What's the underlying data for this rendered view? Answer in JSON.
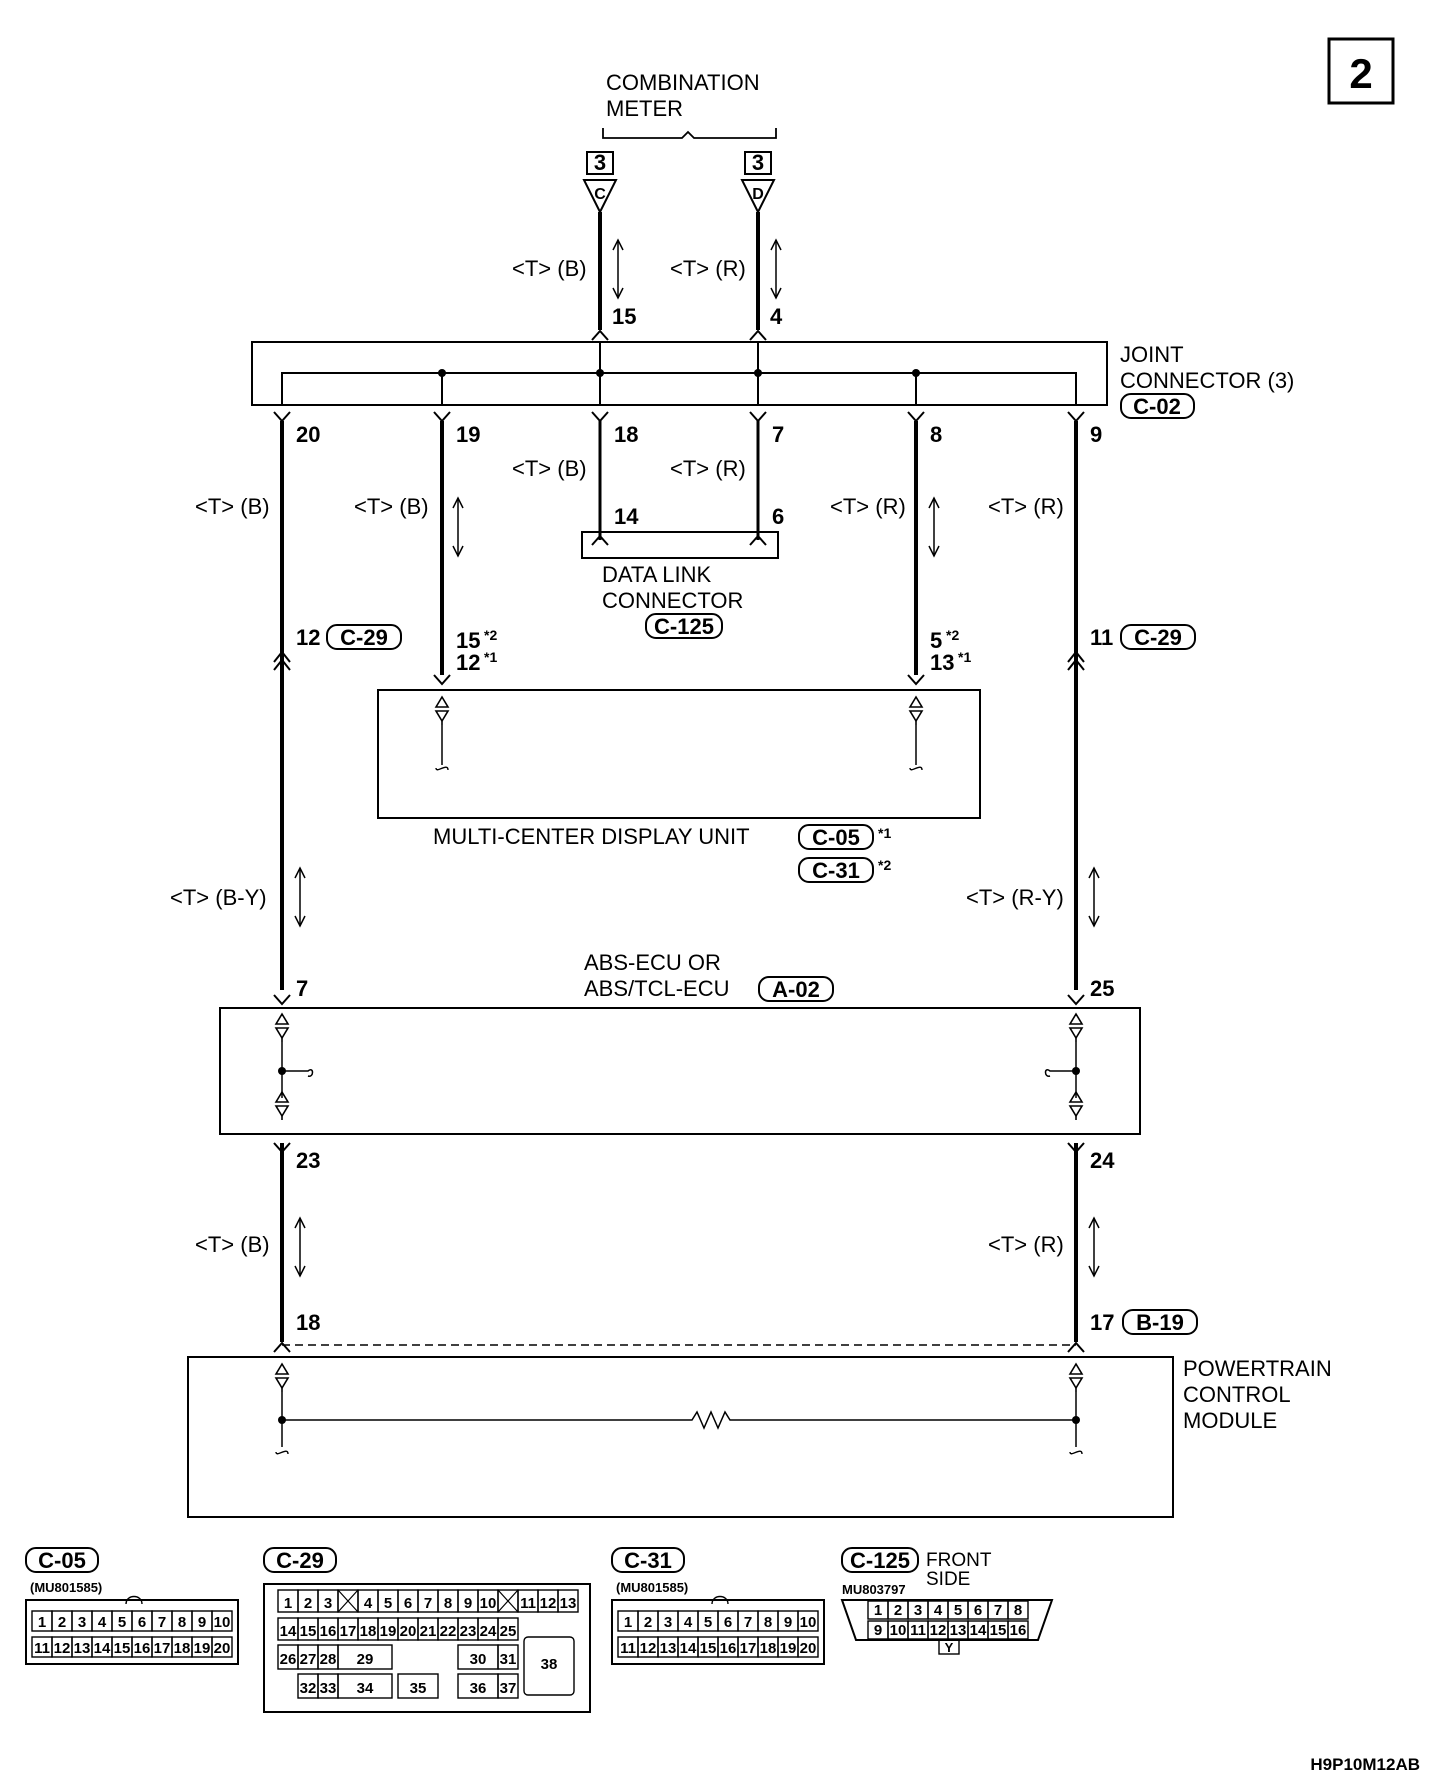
{
  "page_badge": "2",
  "drawing_code": "H9P10M12AB",
  "combination_meter": {
    "line1": "COMBINATION",
    "line2": "METER",
    "conn_no_c": "3",
    "conn_no_d": "3",
    "term_c": "C",
    "term_d": "D"
  },
  "joint_connector": {
    "line1": "JOINT",
    "line2": "CONNECTOR (3)",
    "id": "C-02"
  },
  "data_link_connector": {
    "line1": "DATA LINK",
    "line2": "CONNECTOR",
    "id": "C-125"
  },
  "multi_center_display": {
    "label": "MULTI-CENTER DISPLAY UNIT",
    "id1": "C-05",
    "note1": "*1",
    "id2": "C-31",
    "note2": "*2"
  },
  "abs_ecu": {
    "line1": "ABS-ECU OR",
    "line2": "ABS/TCL-ECU",
    "id": "A-02"
  },
  "pcm": {
    "line1": "POWERTRAIN",
    "line2": "CONTROL",
    "line3": "MODULE",
    "id": "B-19"
  },
  "wire_colors": {
    "tb": "<T> (B)",
    "tr": "<T> (R)",
    "tby": "<T> (B-Y)",
    "try": "<T> (R-Y)"
  },
  "pins": {
    "meter_c": "15",
    "meter_d": "4",
    "j20": "20",
    "j19": "19",
    "j18": "18",
    "j7": "7",
    "j8": "8",
    "j9": "9",
    "dlc14": "14",
    "dlc6": "6",
    "c29_left": "12",
    "c29_right": "11",
    "c29_id": "C-29",
    "mcd_left_a": "15",
    "mcd_left_a_note": "*2",
    "mcd_left_b": "12",
    "mcd_left_b_note": "*1",
    "mcd_right_a": "5",
    "mcd_right_a_note": "*2",
    "mcd_right_b": "13",
    "mcd_right_b_note": "*1",
    "abs7": "7",
    "abs25": "25",
    "abs23": "23",
    "abs24": "24",
    "pcm18": "18",
    "pcm17": "17"
  },
  "connector_views": {
    "c05": {
      "id": "C-05",
      "part": "(MU801585)",
      "row1": [
        "1",
        "2",
        "3",
        "4",
        "5",
        "6",
        "7",
        "8",
        "9",
        "10"
      ],
      "row2": [
        "11",
        "12",
        "13",
        "14",
        "15",
        "16",
        "17",
        "18",
        "19",
        "20"
      ]
    },
    "c29": {
      "id": "C-29",
      "row1": [
        "1",
        "2",
        "3",
        "4",
        "5",
        "6",
        "7",
        "8",
        "9",
        "10",
        "11",
        "12",
        "13"
      ],
      "row2": [
        "14",
        "15",
        "16",
        "17",
        "18",
        "19",
        "20",
        "21",
        "22",
        "23",
        "24",
        "25"
      ],
      "row3": [
        "26",
        "27",
        "28",
        "29",
        "30",
        "31",
        "38"
      ],
      "row4": [
        "32",
        "33",
        "34",
        "35",
        "36",
        "37"
      ]
    },
    "c31": {
      "id": "C-31",
      "part": "(MU801585)",
      "row1": [
        "1",
        "2",
        "3",
        "4",
        "5",
        "6",
        "7",
        "8",
        "9",
        "10"
      ],
      "row2": [
        "11",
        "12",
        "13",
        "14",
        "15",
        "16",
        "17",
        "18",
        "19",
        "20"
      ]
    },
    "c125": {
      "id": "C-125",
      "part": "MU803797",
      "side_line1": "FRONT",
      "side_line2": "SIDE",
      "row1": [
        "1",
        "2",
        "3",
        "4",
        "5",
        "6",
        "7",
        "8"
      ],
      "row2": [
        "9",
        "10",
        "11",
        "12",
        "13",
        "14",
        "15",
        "16"
      ],
      "key": "Y"
    }
  }
}
